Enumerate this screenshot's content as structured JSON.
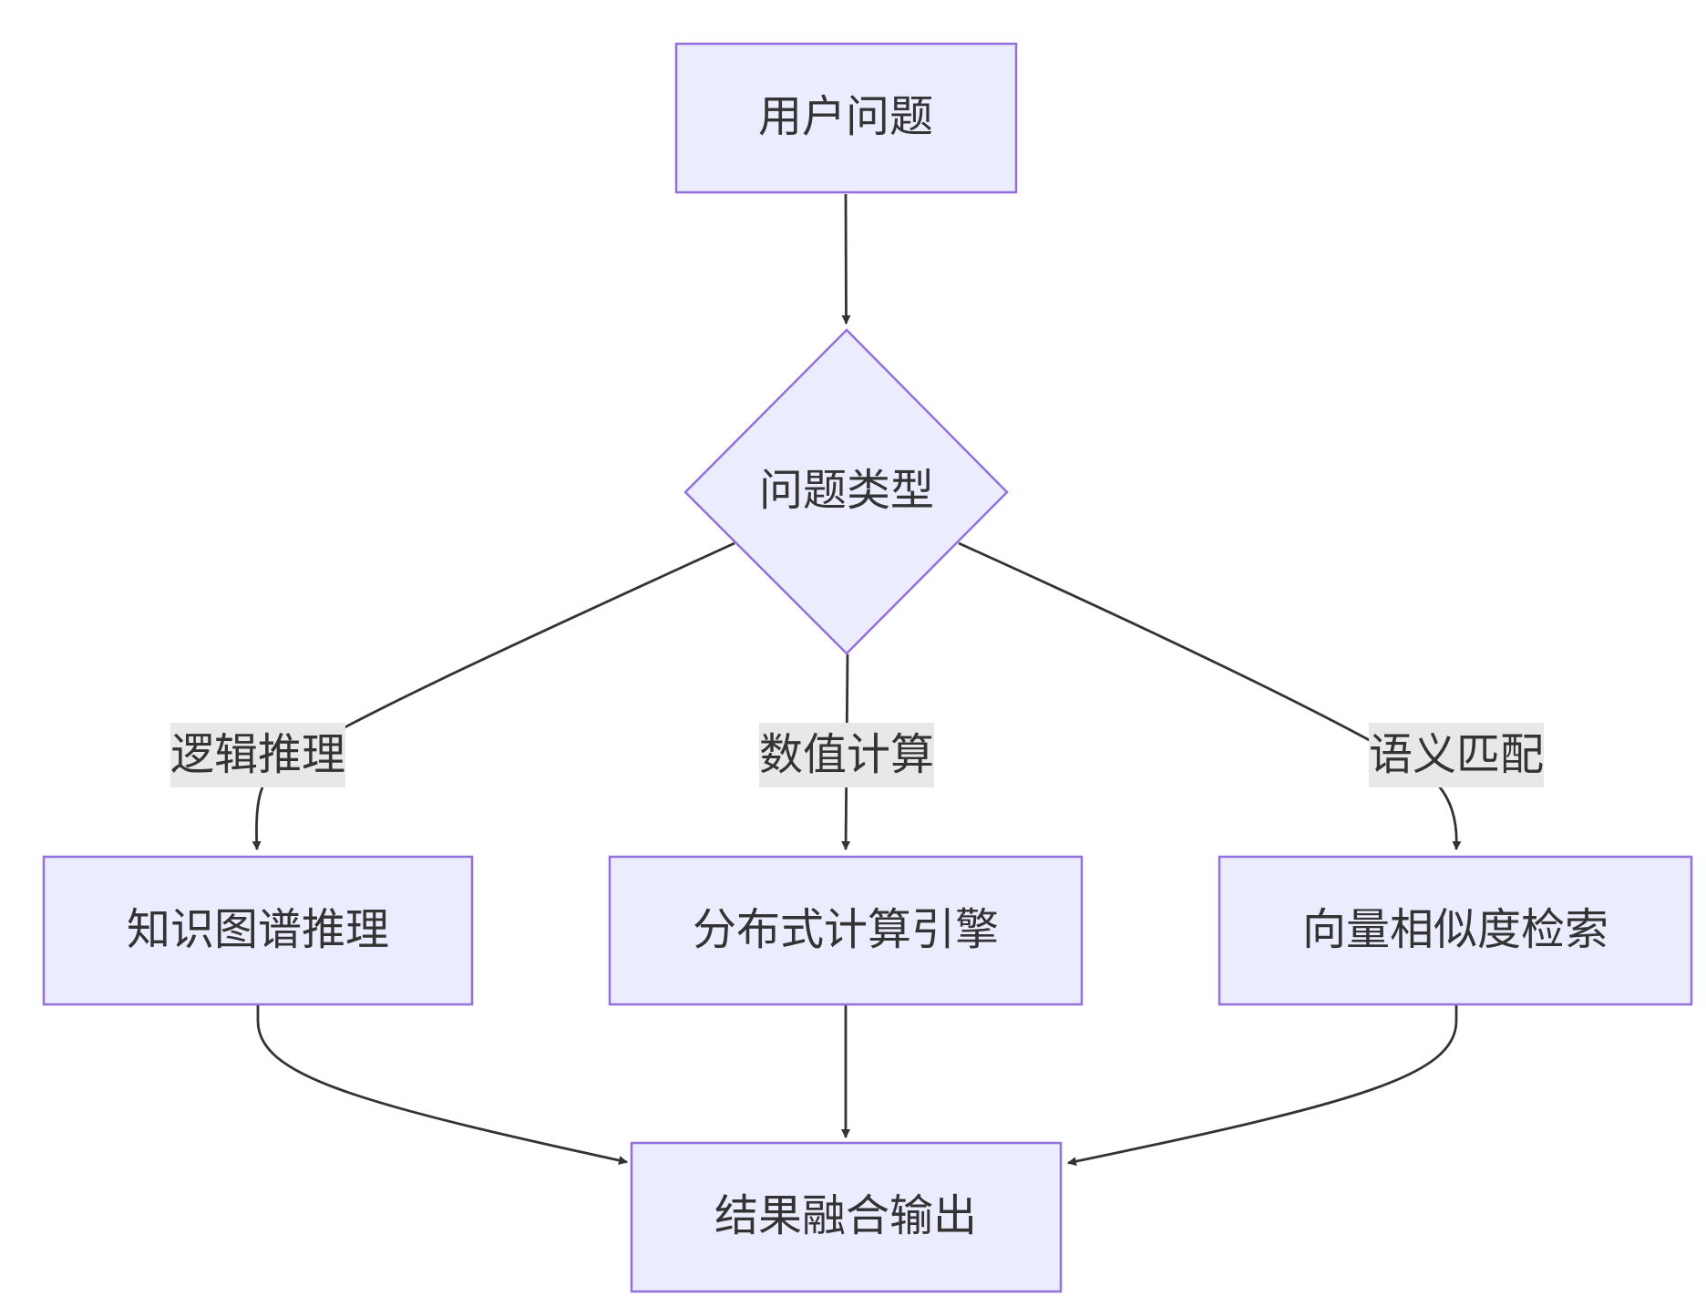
{
  "diagram": {
    "nodes": {
      "user_question": "用户问题",
      "question_type": "问题类型",
      "knowledge_graph": "知识图谱推理",
      "distributed_engine": "分布式计算引擎",
      "vector_search": "向量相似度检索",
      "result_fusion": "结果融合输出"
    },
    "edge_labels": {
      "logic": "逻辑推理",
      "numeric": "数值计算",
      "semantic": "语义匹配"
    },
    "colors": {
      "node_fill": "#ECECFF",
      "node_stroke": "#9370DB",
      "edge": "#333333",
      "label_bg": "#E8E8E8",
      "text": "#333333"
    }
  }
}
